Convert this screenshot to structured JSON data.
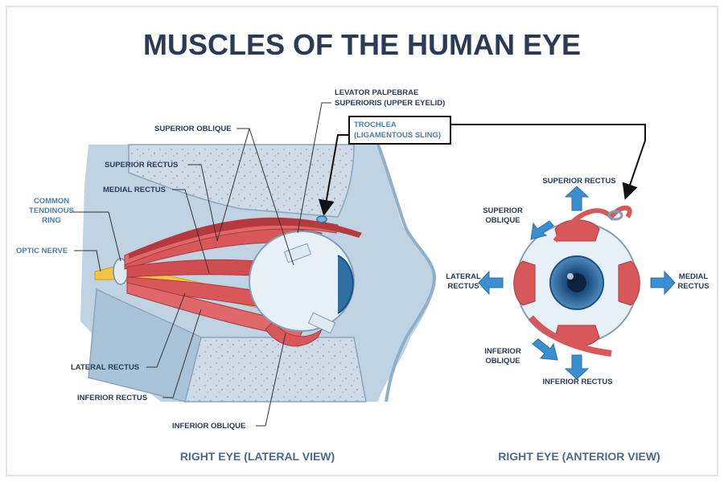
{
  "title": "MUSCLES OF THE HUMAN EYE",
  "lateral_view": {
    "caption": "RIGHT EYE (LATERAL VIEW)",
    "labels": {
      "common_tendinous_ring_1": "COMMON",
      "common_tendinous_ring_2": "TENDINOUS",
      "common_tendinous_ring_3": "RING",
      "optic_nerve": "OPTIC NERVE",
      "superior_oblique": "SUPERIOR OBLIQUE",
      "superior_rectus": "SUPERIOR RECTUS",
      "medial_rectus": "MEDIAL RECTUS",
      "levator_1": "LEVATOR PALPEBRAE",
      "levator_2": "SUPERIORIS (UPPER EYELID)",
      "trochlea_1": "TROCHLEA",
      "trochlea_2": "(LIGAMENTOUS SLING)",
      "lateral_rectus": "LATERAL RECTUS",
      "inferior_rectus": "INFERIOR RECTUS",
      "inferior_oblique": "INFERIOR OBLIQUE"
    }
  },
  "anterior_view": {
    "caption": "RIGHT EYE (ANTERIOR VIEW)",
    "labels": {
      "superior_rectus": "SUPERIOR RECTUS",
      "superior_oblique_1": "SUPERIOR",
      "superior_oblique_2": "OBLIQUE",
      "lateral_rectus_1": "LATERAL",
      "lateral_rectus_2": "RECTUS",
      "medial_rectus_1": "MEDIAL",
      "medial_rectus_2": "RECTUS",
      "inferior_oblique_1": "INFERIOR",
      "inferior_oblique_2": "OBLIQUE",
      "inferior_rectus": "INFERIOR RECTUS"
    }
  },
  "colors": {
    "title": "#2b3a55",
    "label": "#2b3a55",
    "trochlea_label": "#4a7fa8",
    "muscle": "#d8585a",
    "muscle_light": "#f2a7a3",
    "bone": "#c7d6e4",
    "skin": "#a9c3d8",
    "arrow": "#3a8fd0",
    "iris": "#2f6fa3"
  }
}
